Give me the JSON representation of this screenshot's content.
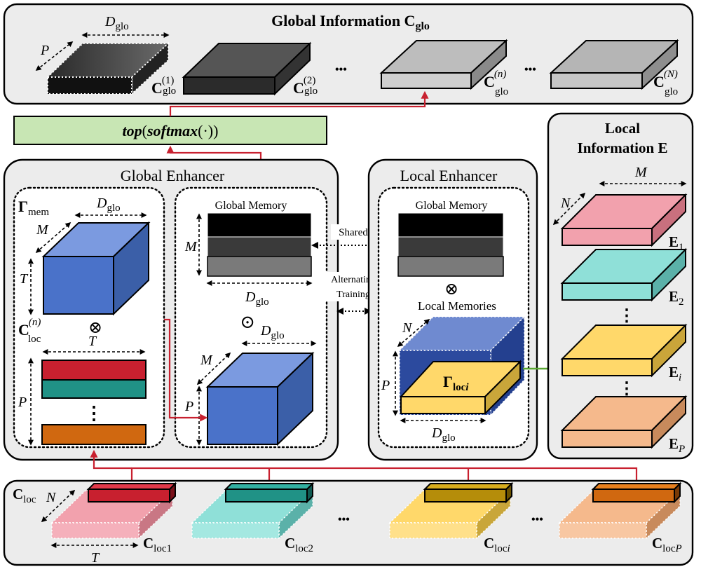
{
  "global_info": {
    "title": "Global Information C",
    "title_sub": "glo",
    "dim_d": "D",
    "dim_d_sub": "glo",
    "dim_p": "P",
    "cards": [
      {
        "label": "C",
        "sub": "glo",
        "sup": "(1)"
      },
      {
        "label": "C",
        "sub": "glo",
        "sup": "(2)"
      },
      {
        "label": "C",
        "sub": "glo",
        "sup": "(n)"
      },
      {
        "label": "C",
        "sub": "glo",
        "sup": "(N)"
      }
    ],
    "ellipsis": "•••"
  },
  "topk": {
    "bold_a": "top",
    "paren_a": "(",
    "bold_b": "softmax",
    "paren_b": "(·))"
  },
  "global_enhancer": {
    "title": "Global Enhancer",
    "gamma": "Γ",
    "gamma_sub": "mem",
    "d": "D",
    "d_sub": "glo",
    "m": "M",
    "t": "T",
    "p": "P",
    "c_loc": "C",
    "c_loc_sub": "loc",
    "c_loc_sup": "(n)",
    "otimes": "⊗",
    "odot": "⊙",
    "memory_label": "Global Memory",
    "mem_m": "M",
    "mem_d": "D",
    "mem_d_sub": "glo",
    "cube_d": "D",
    "cube_d_sub": "glo",
    "cube_m": "M",
    "cube_p": "P",
    "vdots": "⋮"
  },
  "middle": {
    "shared": "Shared",
    "alternating_1": "Alternating",
    "alternating_2": "Training"
  },
  "local_enhancer": {
    "title": "Local Enhancer",
    "memory_label": "Global Memory",
    "otimes": "⊗",
    "local_memories": "Local Memories",
    "n": "N",
    "p": "P",
    "gamma": "Γ",
    "gamma_sub": "loc",
    "gamma_sub_i": "i",
    "d": "D",
    "d_sub": "glo"
  },
  "local_info": {
    "title_1": "Local",
    "title_2": "Information E",
    "m": "M",
    "n": "N",
    "e_label": "E",
    "items": [
      {
        "sub": "1"
      },
      {
        "sub": "2"
      },
      {
        "sub": "i"
      },
      {
        "sub": "P"
      }
    ]
  },
  "c_loc_row": {
    "label": "C",
    "label_sub": "loc",
    "n": "N",
    "t": "T",
    "cards": [
      {
        "label": "C",
        "sub": "loc",
        "sub2": "1"
      },
      {
        "label": "C",
        "sub": "loc",
        "sub2": "2"
      },
      {
        "label": "C",
        "sub": "loc",
        "sub2": "i"
      },
      {
        "label": "C",
        "sub": "loc",
        "sub2": "P"
      }
    ],
    "ellipsis": "•••"
  },
  "colors": {
    "red": "#c8202f",
    "green": "#5aa832",
    "blue": "#4a72c9",
    "pink": "#f2a1ad",
    "teal": "#8fe0d8",
    "yellow": "#ffd86a",
    "peach": "#f5b98c",
    "topk_fill": "#c8e6b4"
  }
}
